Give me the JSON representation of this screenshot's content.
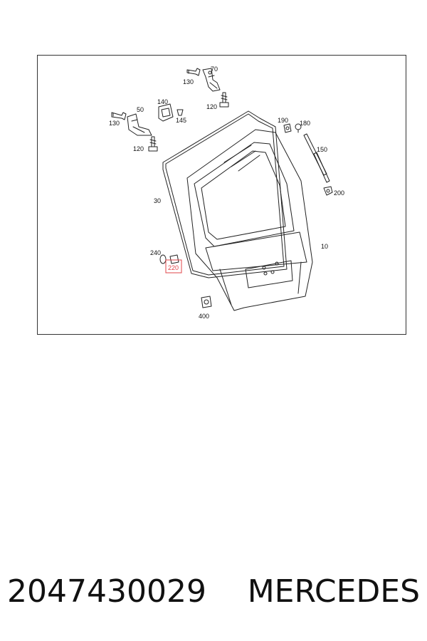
{
  "diagram": {
    "part_labels": {
      "p70": "70",
      "p130a": "130",
      "p140": "140",
      "p50": "50",
      "p120a": "120",
      "p130b": "130",
      "p145": "145",
      "p190": "190",
      "p180": "180",
      "p120b": "120",
      "p150": "150",
      "p30": "30",
      "p200": "200",
      "p240": "240",
      "p220": "220",
      "p10": "10",
      "p400": "400"
    },
    "highlight_color": "#e0454a"
  },
  "caption": {
    "part_number": "2047430029",
    "brand": "MERCEDES"
  }
}
